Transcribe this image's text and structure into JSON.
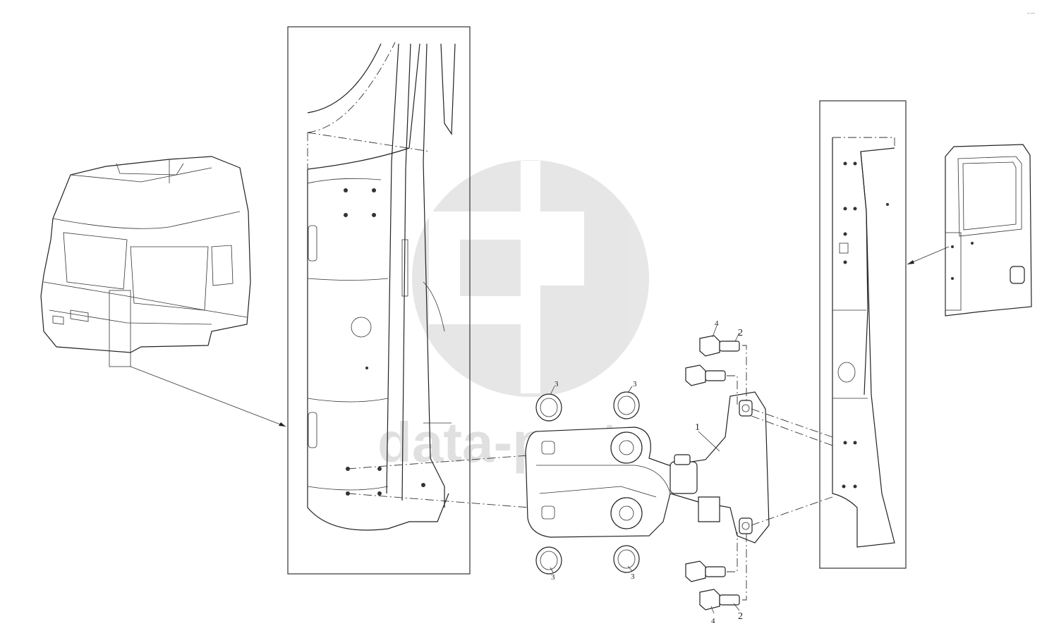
{
  "watermark": {
    "text": "data-parts",
    "logo": "gp-logo",
    "color": "#c8c8c8"
  },
  "callouts": {
    "hinge": "1",
    "bolt_a": "2",
    "bolt_b": "2",
    "bushing_tl": "3",
    "bushing_tr": "3",
    "bushing_bl": "3",
    "bushing_br": "3",
    "washer_a": "4",
    "washer_b": "4"
  },
  "corner_mark": "ºº ººº"
}
